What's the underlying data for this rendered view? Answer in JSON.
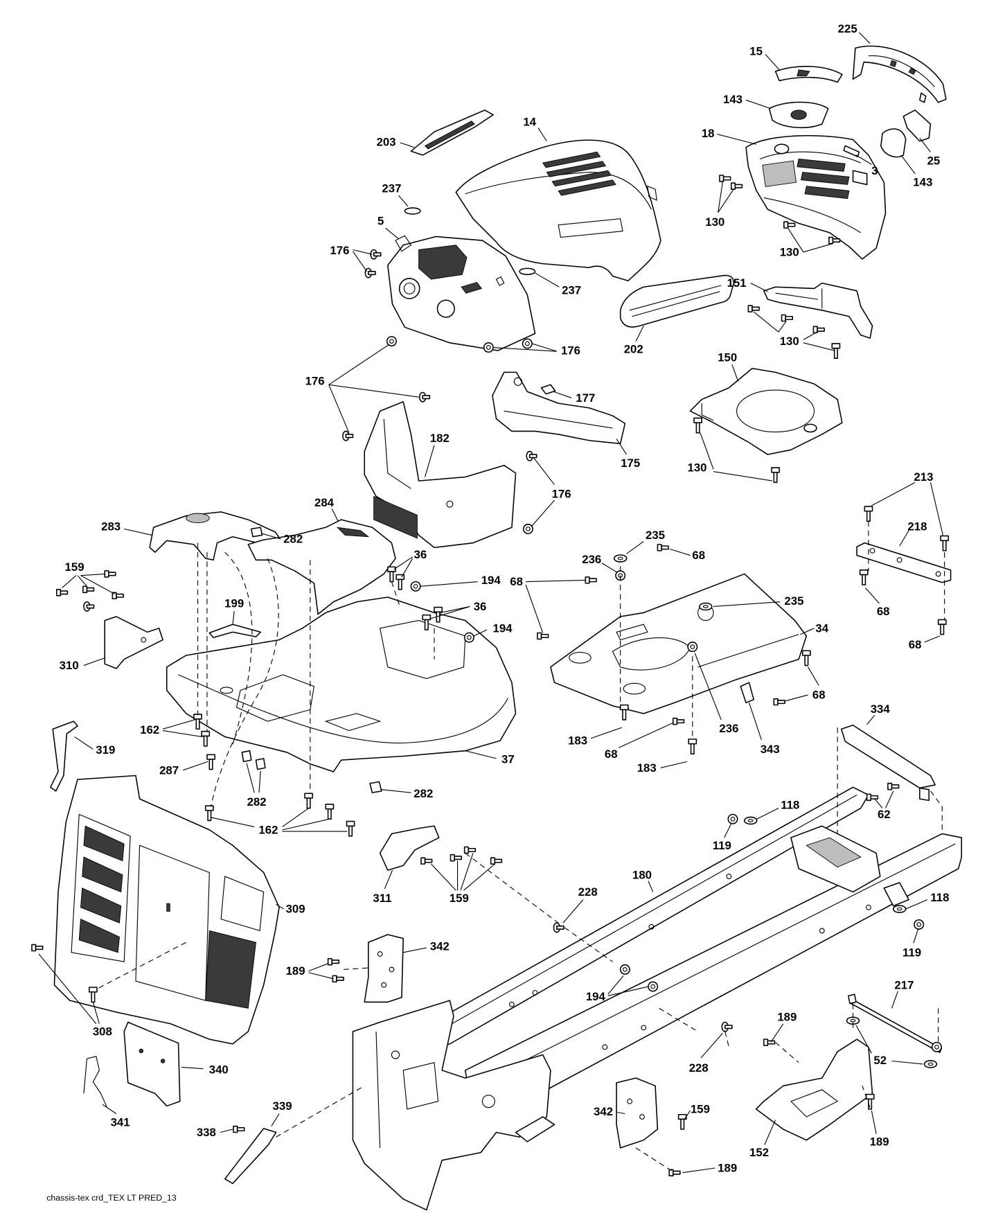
{
  "callouts": [
    "225",
    "15",
    "143",
    "18",
    "3",
    "25",
    "143",
    "130",
    "130",
    "151",
    "130",
    "202",
    "203",
    "14",
    "237",
    "5",
    "176",
    "237",
    "176",
    "176",
    "177",
    "182",
    "175",
    "176",
    "150",
    "130",
    "283",
    "282",
    "284",
    "159",
    "36",
    "194",
    "36",
    "194",
    "199",
    "310",
    "37",
    "162",
    "319",
    "287",
    "282",
    "282",
    "162",
    "235",
    "68",
    "236",
    "68",
    "235",
    "34",
    "213",
    "218",
    "68",
    "68",
    "68",
    "183",
    "68",
    "236",
    "183",
    "343",
    "334",
    "118",
    "62",
    "119",
    "309",
    "311",
    "159",
    "180",
    "228",
    "118",
    "119",
    "342",
    "189",
    "194",
    "217",
    "308",
    "189",
    "52",
    "228",
    "340",
    "339",
    "338",
    "341",
    "342",
    "159",
    "152",
    "189",
    "189"
  ],
  "footer": "chassis-tex crd_TEX LT PRED_13"
}
